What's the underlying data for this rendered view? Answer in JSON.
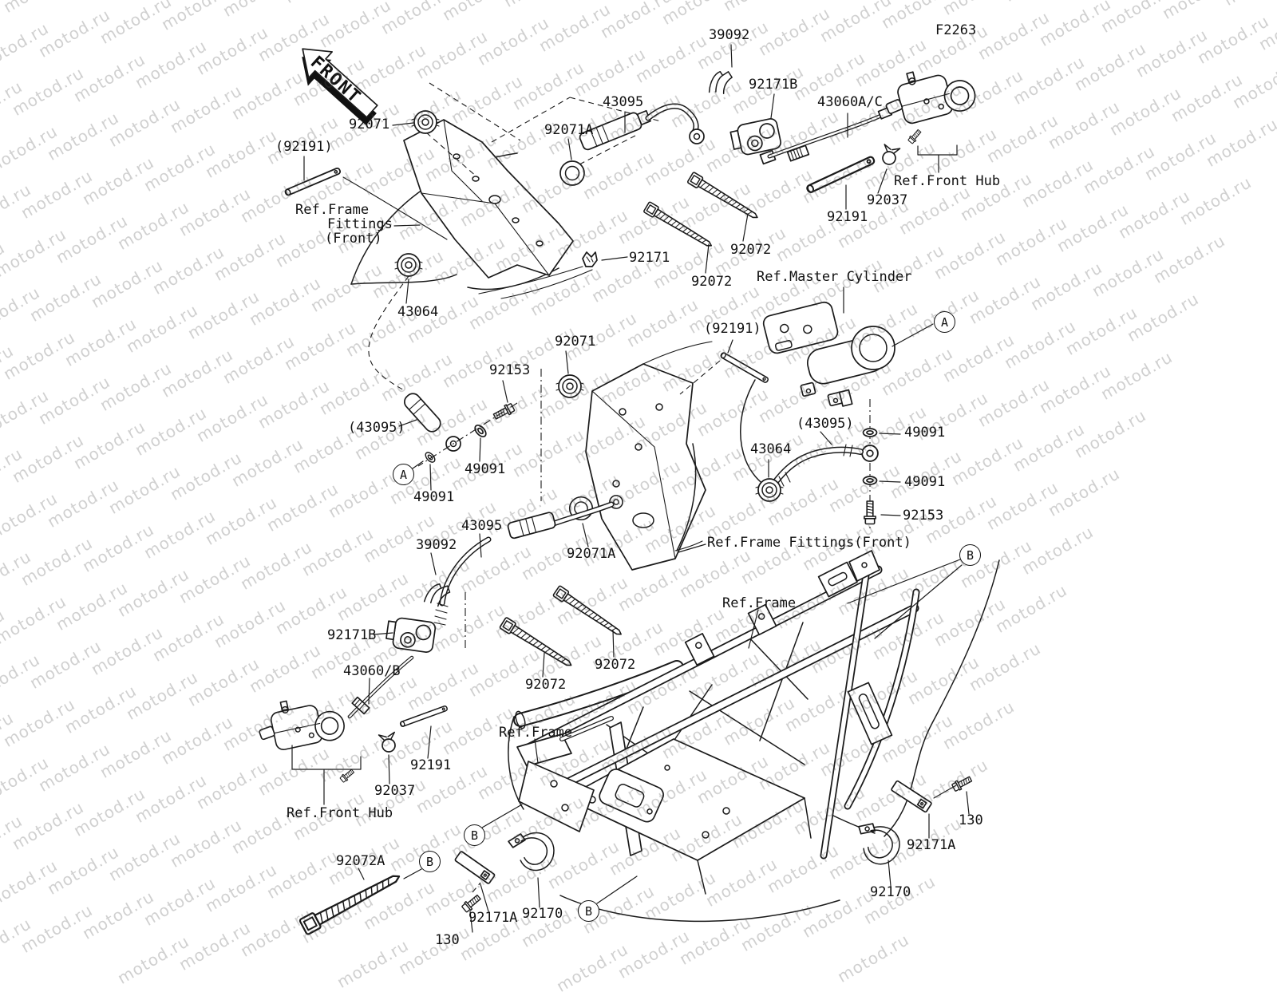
{
  "figure": {
    "code": "F2263",
    "front_label": "FRONT",
    "watermark": "motod.ru"
  },
  "markers": {
    "a": "A",
    "b": "B"
  },
  "parts": {
    "p39092": "39092",
    "p43060ac": "43060A/C",
    "p43060b": "43060/B",
    "p43064": "43064",
    "p43095": "43095",
    "p43095_paren": "(43095)",
    "p49091": "49091",
    "p92037": "92037",
    "p92071": "92071",
    "p92071a": "92071A",
    "p92072": "92072",
    "p92072a": "92072A",
    "p92153": "92153",
    "p92170": "92170",
    "p92171": "92171",
    "p92171a": "92171A",
    "p92171b": "92171B",
    "p92191": "92191",
    "p92191_paren": "(92191)",
    "p130": "130"
  },
  "refs": {
    "front_hub": "Ref.Front Hub",
    "master_cylinder": "Ref.Master Cylinder",
    "frame": "Ref.Frame",
    "frame_fittings_inline": "Ref.Frame Fittings(Front)",
    "frame_fittings_line1": "Ref.Frame",
    "frame_fittings_line2": "Fittings",
    "frame_fittings_line3": "(Front)"
  }
}
